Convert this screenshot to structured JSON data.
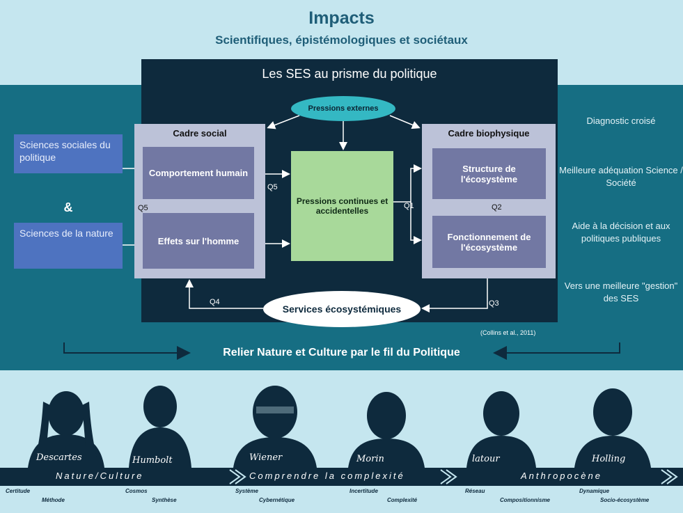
{
  "header": {
    "title": "Impacts",
    "subtitle": "Scientifiques, épistémologiques et sociétaux"
  },
  "panel": {
    "title": "Les SES au prisme du politique",
    "citation": "(Collins et al., 2011)"
  },
  "left": {
    "sciences_sociales": "Sciences sociales du politique",
    "ampersand": "&",
    "sciences_nature": "Sciences de la nature"
  },
  "diagram": {
    "pressions_externes": "Pressions externes",
    "cadre_social": "Cadre social",
    "comportement": "Comportement humain",
    "effets": "Effets sur l'homme",
    "pressions_continues": "Pressions continues et accidentelles",
    "cadre_biophysique": "Cadre biophysique",
    "structure": "Structure de l'écosystème",
    "fonctionnement": "Fonctionnement de l'écosystème",
    "services": "Services écosystémiques",
    "q1": "Q1",
    "q2": "Q2",
    "q3": "Q3",
    "q4": "Q4",
    "q5a": "Q5",
    "q5b": "Q5"
  },
  "right": {
    "item1": "Diagnostic croisé",
    "item2": "Meilleure adéquation Science / Société",
    "item3": "Aide à la décision et aux politiques publiques",
    "item4": "Vers une meilleure \"gestion\" des SES"
  },
  "relier": "Relier Nature et Culture par le fil du Politique",
  "ribbon": {
    "seg1": "Nature/Culture",
    "seg2": "Comprendre la complexité",
    "seg3": "Anthropocène"
  },
  "people": [
    {
      "name": "Descartes",
      "kw1": "Certitude",
      "kw2": "Méthode"
    },
    {
      "name": "Humbolt",
      "kw1": "Cosmos",
      "kw2": "Synthèse"
    },
    {
      "name": "Wiener",
      "kw1": "Système",
      "kw2": "Cybernétique"
    },
    {
      "name": "Morin",
      "kw1": "Incertitude",
      "kw2": "Complexité"
    },
    {
      "name": "latour",
      "kw1": "Réseau",
      "kw2": "Compositionnisme"
    },
    {
      "name": "Holling",
      "kw1": "Dynamique",
      "kw2": "Socio-écosystème"
    }
  ],
  "colors": {
    "top_band": "#c5e6ef",
    "mid_band": "#166e83",
    "dark_panel": "#0e2a3d",
    "left_box": "#4e73c0",
    "inner_box": "#7278a3",
    "green_box": "#a8d99a",
    "ellipse_blue": "#34b8c3"
  }
}
